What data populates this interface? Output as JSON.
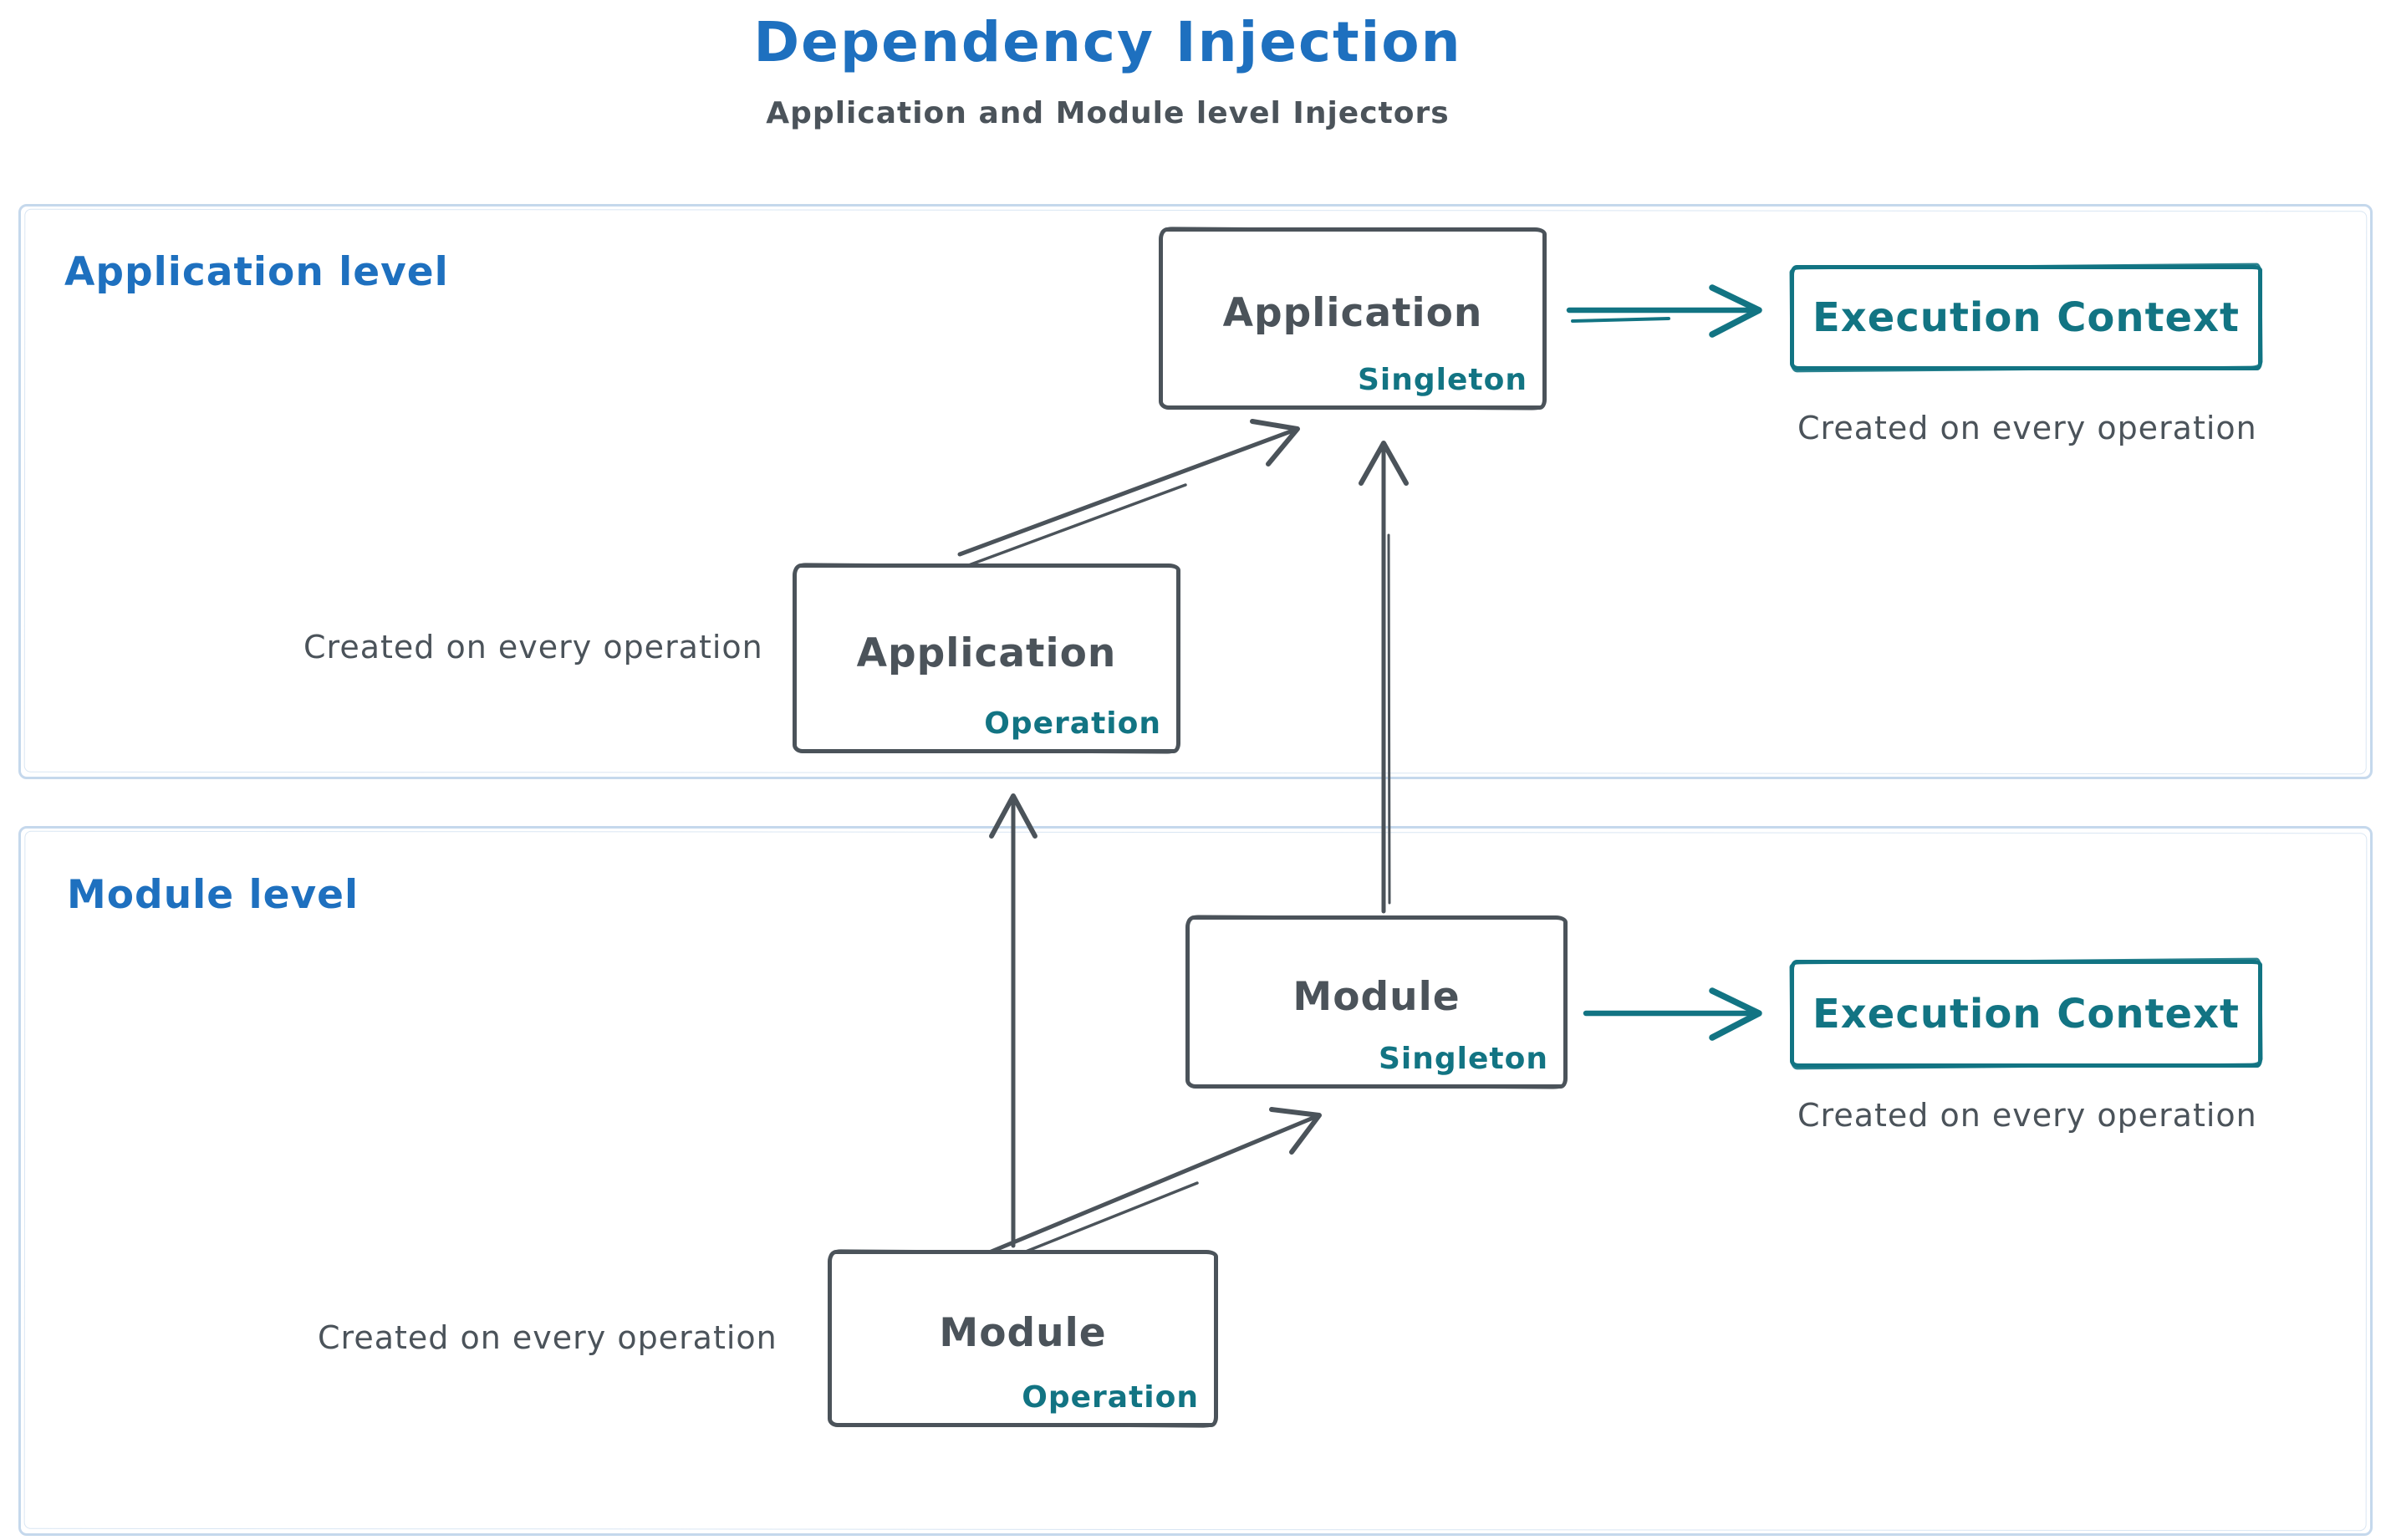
{
  "title": "Dependency Injection",
  "subtitle": "Application and Module level Injectors",
  "colors": {
    "blue": "#1e70bf",
    "dark": "#4b535a",
    "teal": "#127483",
    "container": "#c5d8ec"
  },
  "sections": [
    {
      "id": "application_level",
      "label": "Application level"
    },
    {
      "id": "module_level",
      "label": "Module level"
    }
  ],
  "nodes": {
    "app_singleton": {
      "name": "Application",
      "scope": "Singleton"
    },
    "app_operation": {
      "name": "Application",
      "scope": "Operation",
      "note": "Created on every operation"
    },
    "module_singleton": {
      "name": "Module",
      "scope": "Singleton"
    },
    "module_operation": {
      "name": "Module",
      "scope": "Operation",
      "note": "Created on every operation"
    },
    "execution_context_app": {
      "name": "Execution Context",
      "note": "Created on every operation"
    },
    "execution_context_module": {
      "name": "Execution Context",
      "note": "Created on every operation"
    }
  },
  "edges": [
    {
      "from": "app_operation",
      "to": "app_singleton",
      "color": "dark"
    },
    {
      "from": "module_singleton",
      "to": "app_singleton",
      "color": "dark"
    },
    {
      "from": "module_operation",
      "to": "app_operation",
      "color": "dark"
    },
    {
      "from": "module_operation",
      "to": "module_singleton",
      "color": "dark"
    },
    {
      "from": "app_singleton",
      "to": "execution_context_app",
      "color": "teal"
    },
    {
      "from": "module_singleton",
      "to": "execution_context_module",
      "color": "teal"
    }
  ]
}
